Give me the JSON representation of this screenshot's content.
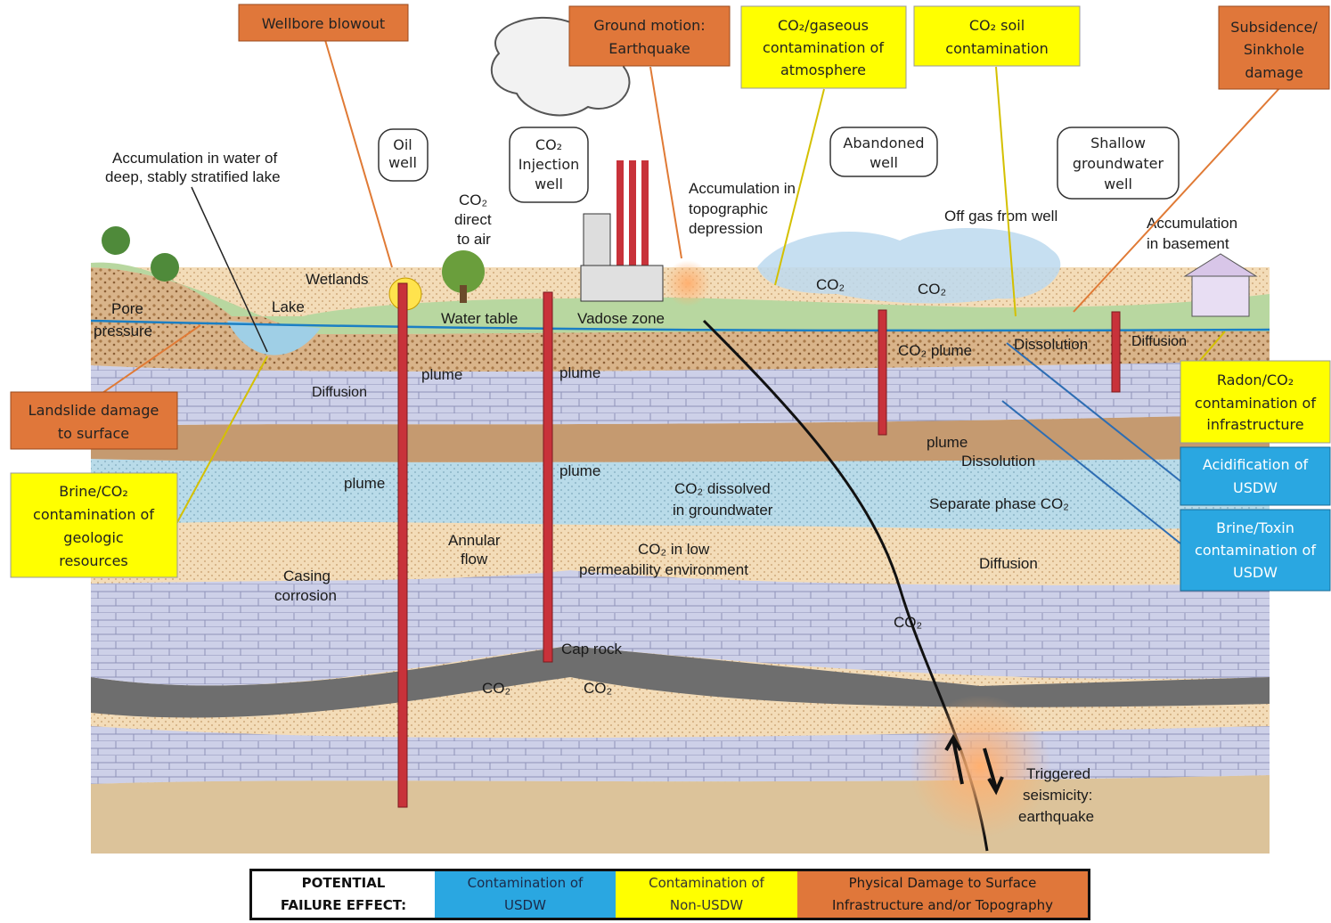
{
  "colors": {
    "orange": "#e0773a",
    "yellow": "#ffff00",
    "blue": "#2aa7e1",
    "water": "#9fcfe6",
    "well_red": "#c8323a"
  },
  "callouts": {
    "wellbore_blowout": "Wellbore blowout",
    "ground_motion_1": "Ground motion:",
    "ground_motion_2": "Earthquake",
    "gas_atm_1": "CO₂/gaseous",
    "gas_atm_2": "contamination of",
    "gas_atm_3": "atmosphere",
    "soil_1": "CO₂ soil",
    "soil_2": "contamination",
    "subsidence_1": "Subsidence/",
    "subsidence_2": "Sinkhole",
    "subsidence_3": "damage",
    "landslide_1": "Landslide damage",
    "landslide_2": "to surface",
    "brine_geo_1": "Brine/CO₂",
    "brine_geo_2": "contamination of",
    "brine_geo_3": "geologic",
    "brine_geo_4": "resources",
    "radon_1": "Radon/CO₂",
    "radon_2": "contamination of",
    "radon_3": "infrastructure",
    "acid_1": "Acidification of",
    "acid_2": "USDW",
    "toxin_1": "Brine/Toxin",
    "toxin_2": "contamination of",
    "toxin_3": "USDW"
  },
  "wells": {
    "oil_1": "Oil",
    "oil_2": "well",
    "inj_1": "CO₂",
    "inj_2": "Injection",
    "inj_3": "well",
    "abandoned_1": "Abandoned",
    "abandoned_2": "well",
    "shallow_1": "Shallow",
    "shallow_2": "groundwater",
    "shallow_3": "well"
  },
  "labels": {
    "lake_acc_1": "Accumulation in water of",
    "lake_acc_2": "deep, stably stratified lake",
    "co2_direct_1": "CO₂",
    "co2_direct_2": "direct",
    "co2_direct_3": "to air",
    "topo_1": "Accumulation in",
    "topo_2": "topographic",
    "topo_3": "depression",
    "wetlands": "Wetlands",
    "lake": "Lake",
    "pore_1": "Pore",
    "pore_2": "pressure",
    "water_table": "Water table",
    "vadose": "Vadose zone",
    "co2_air": "CO₂",
    "co2_big": "CO₂",
    "offgas": "Off gas from well",
    "basement_1": "Accumulation",
    "basement_2": "in basement",
    "co2_plume": "CO₂ plume",
    "dissolution_top": "Dissolution",
    "diffusion_right": "Diffusion",
    "plume_a": "plume",
    "plume_b": "plume",
    "diffusion_left": "Diffusion",
    "plume_c": "plume",
    "plume_d": "plume",
    "plume_e": "plume",
    "dissolution_mid": "Dissolution",
    "dissolved_1": "CO₂ dissolved",
    "dissolved_2": "in groundwater",
    "separate": "Separate phase CO₂",
    "annular_1": "Annular",
    "annular_2": "flow",
    "lowperm_1": "CO₂ in low",
    "lowperm_2": "permeability environment",
    "diffusion_mid": "Diffusion",
    "casing_1": "Casing",
    "casing_2": "corrosion",
    "co2_fault": "CO₂",
    "caprock": "Cap rock",
    "co2_left": "CO₂",
    "co2_right": "CO₂",
    "seis_1": "Triggered",
    "seis_2": "seismicity:",
    "seis_3": "earthquake"
  },
  "legend": {
    "title": "POTENTIAL\nFAILURE EFFECT:",
    "usdw": "Contamination of\nUSDW",
    "non_usdw": "Contamination of\nNon-USDW",
    "physical": "Physical Damage to Surface\nInfrastructure and/or Topography"
  }
}
